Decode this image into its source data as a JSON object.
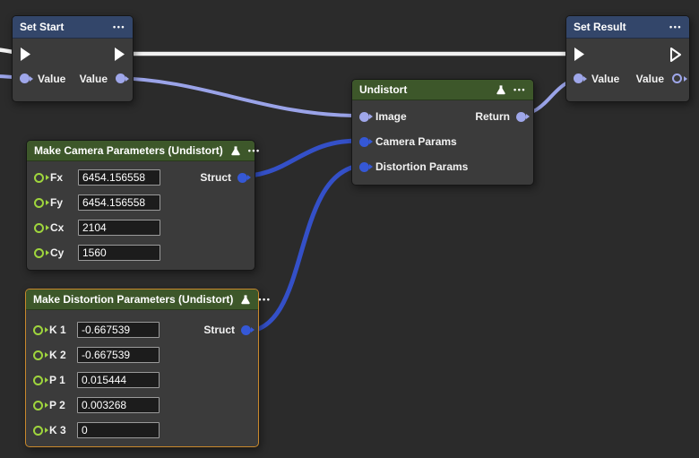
{
  "background": "#2b2b2b",
  "icons": {
    "menu_glyph": "•••",
    "flask": "flask-icon"
  },
  "colors": {
    "exec_wire": "#f2f2f2",
    "value_wire": "#9aa3e8",
    "struct_wire": "#3450c8",
    "header_blue": "#33466a",
    "header_green": "#3d572a",
    "pin_green": "#9fd53d",
    "pin_blue": "#3558d6",
    "pin_lavender": "#9fa7ea",
    "selected_border": "#c9892c",
    "node_body": "#3b3b3b"
  },
  "nodes": {
    "set_start": {
      "title": "Set Start",
      "value_in_label": "Value",
      "value_out_label": "Value"
    },
    "set_result": {
      "title": "Set Result",
      "value_in_label": "Value",
      "value_out_label": "Value"
    },
    "undistort": {
      "title": "Undistort",
      "inputs": [
        "Image",
        "Camera Params",
        "Distortion Params"
      ],
      "output": "Return"
    },
    "make_camera_params": {
      "title": "Make Camera Parameters (Undistort)",
      "output": "Struct",
      "params": [
        {
          "label": "Fx",
          "value": "6454.156558"
        },
        {
          "label": "Fy",
          "value": "6454.156558"
        },
        {
          "label": "Cx",
          "value": "2104"
        },
        {
          "label": "Cy",
          "value": "1560"
        }
      ]
    },
    "make_distortion_params": {
      "title": "Make Distortion Parameters (Undistort)",
      "output": "Struct",
      "params": [
        {
          "label": "K 1",
          "value": "-0.667539"
        },
        {
          "label": "K 2",
          "value": "-0.667539"
        },
        {
          "label": "P 1",
          "value": "0.015444"
        },
        {
          "label": "P 2",
          "value": "0.003268"
        },
        {
          "label": "K 3",
          "value": "0"
        }
      ]
    }
  }
}
